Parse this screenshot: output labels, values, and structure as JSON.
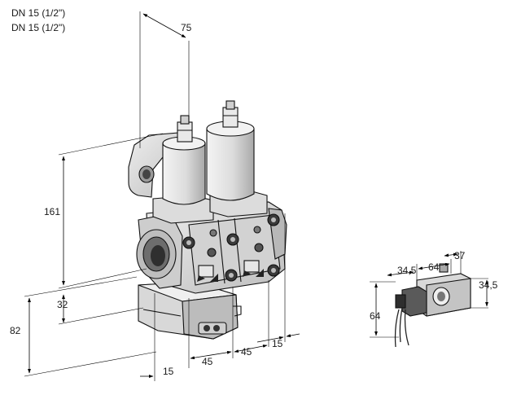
{
  "header": {
    "line1": "DN 15 (1/2\")",
    "line2": "DN 15 (1/2\")"
  },
  "dimensions": {
    "d75": "75",
    "d161": "161",
    "d32": "32",
    "d82": "82",
    "d15_bottom": "15",
    "d45_left": "45",
    "d45_right": "45",
    "d15_right": "15",
    "coil_37": "37",
    "coil_64_top": "64",
    "coil_34_5_left": "34,5",
    "coil_34_5_right": "34,5",
    "coil_64_left": "64"
  },
  "colors": {
    "metal_light": "#e6e6e6",
    "metal_mid": "#c8c8c8",
    "metal_dark": "#8a8a8a",
    "line": "#111111"
  }
}
